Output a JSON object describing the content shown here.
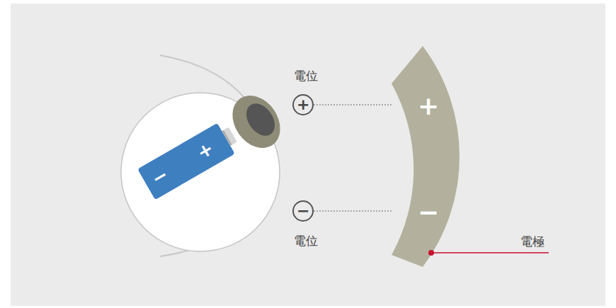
{
  "diagram": {
    "nodes": [
      {
        "text": [
          "−",
          "+"
        ]
      },
      {
        "text": [
          "電位",
          "+"
        ]
      },
      {
        "text": [
          "−",
          "電位"
        ]
      },
      {
        "text": [
          "+",
          "−"
        ]
      }
    ],
    "edges": [
      {
        "from": 1,
        "to": 3,
        "arrow": "none"
      },
      {
        "from": 2,
        "to": 3,
        "arrow": "none"
      }
    ],
    "labels": [
      "電極"
    ]
  }
}
